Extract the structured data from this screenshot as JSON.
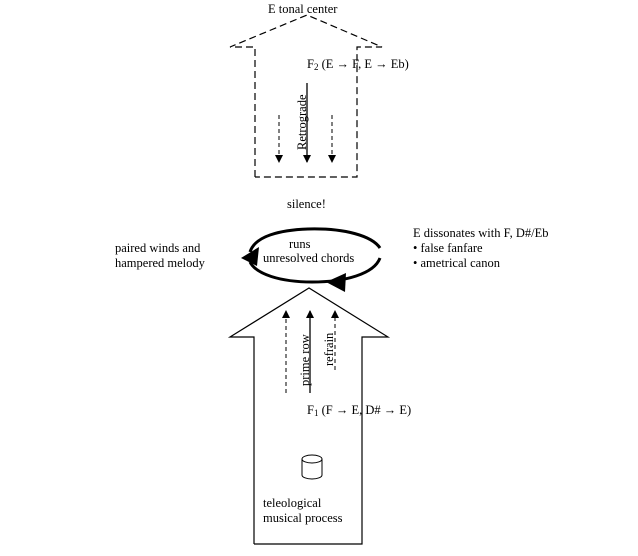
{
  "top_block": {
    "title": "E tonal center",
    "formula_base": "F",
    "formula_sub": "2",
    "formula_rest": " (E → F, E → Eb)",
    "arrow_label": "Retrograde"
  },
  "middle": {
    "silence": "silence!",
    "cycle_line1": "runs",
    "cycle_line2": "unresolved chords",
    "left_line1": "paired winds and",
    "left_line2": "hampered melody",
    "right_title": "E dissonates with F, D#/Eb",
    "right_items": [
      "• false fanfare",
      "• ametrical canon"
    ]
  },
  "bottom_block": {
    "arrow_label_1": "prime row",
    "arrow_label_2": "refrain",
    "formula_base": "F",
    "formula_sub": "1",
    "formula_rest": " (F → E, D# → E)",
    "process_line1": "teleological",
    "process_line2": "musical process"
  }
}
